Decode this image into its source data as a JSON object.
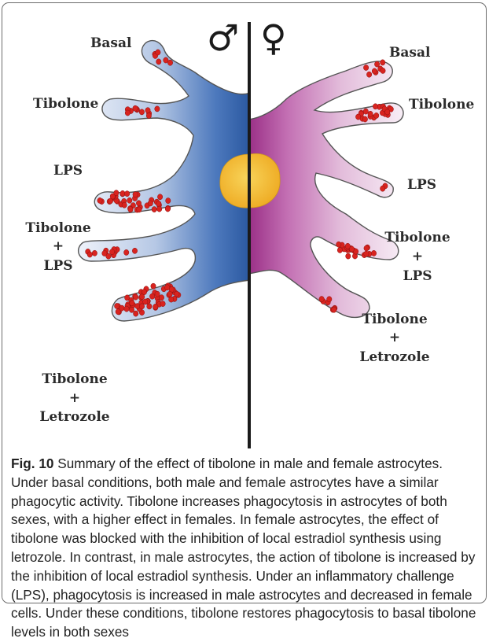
{
  "figure": {
    "male_symbol": "♂",
    "female_symbol": "♀",
    "male_labels": {
      "basal": "Basal",
      "tibolone": "Tibolone",
      "lps": "LPS",
      "tib_lps": [
        "Tibolone",
        "+",
        "LPS"
      ],
      "tib_letrozole": [
        "Tibolone",
        "+",
        "Letrozole"
      ]
    },
    "female_labels": {
      "basal": "Basal",
      "tibolone": "Tibolone",
      "lps": "LPS",
      "tib_lps": [
        "Tibolone",
        "+",
        "LPS"
      ],
      "tib_letrozole": [
        "Tibolone",
        "+",
        "Letrozole"
      ]
    },
    "colors": {
      "male_cell": "#2f5fa6",
      "female_cell": "#a0398c",
      "nucleus": "#f3be2f",
      "particles": "#d8231f"
    }
  },
  "caption": {
    "figure_number": "Fig. 10",
    "text": "Summary of the effect of tibolone in male and female astrocytes. Under basal conditions, both male and female astrocytes have a similar phagocytic activity. Tibolone increases phagocytosis in astrocytes of both sexes, with a higher effect in females. In female astrocytes, the effect of tibolone was blocked with the inhibition of local estradiol synthesis using letrozole. In contrast, in male astrocytes, the action of tibolone is increased by the inhibition of local estradiol synthesis. Under an inflammatory challenge (LPS), phagocytosis is increased in male astrocytes and decreased in female cells. Under these conditions, tibolone restores phagocytosis to basal tibolone levels in both sexes"
  }
}
